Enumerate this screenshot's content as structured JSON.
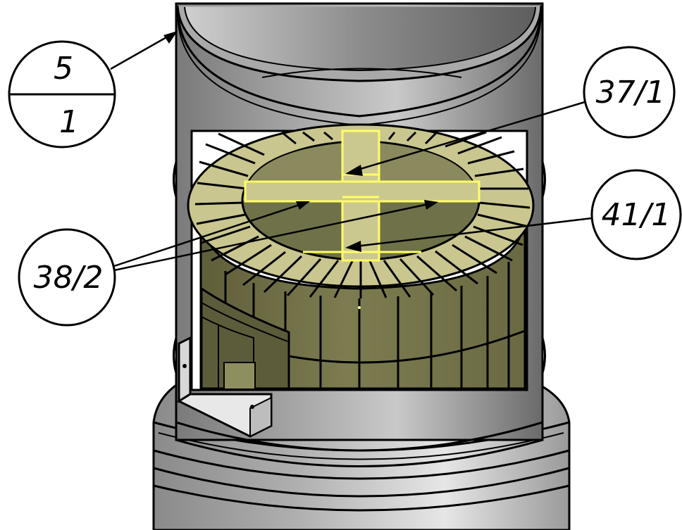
{
  "callouts": {
    "c5_1": {
      "top": "5",
      "bottom": "1"
    },
    "c37_1": {
      "label": "37/1"
    },
    "c41_1": {
      "label": "41/1"
    },
    "c38_2": {
      "label": "38/2"
    }
  },
  "colors": {
    "metal_light": "#d4d4d4",
    "metal_dark": "#6e6e6e",
    "brick_top": "#c7c38b",
    "brick_side": "#7b7a4e",
    "brick_line": "#111111",
    "highlight": "#ffff66"
  }
}
